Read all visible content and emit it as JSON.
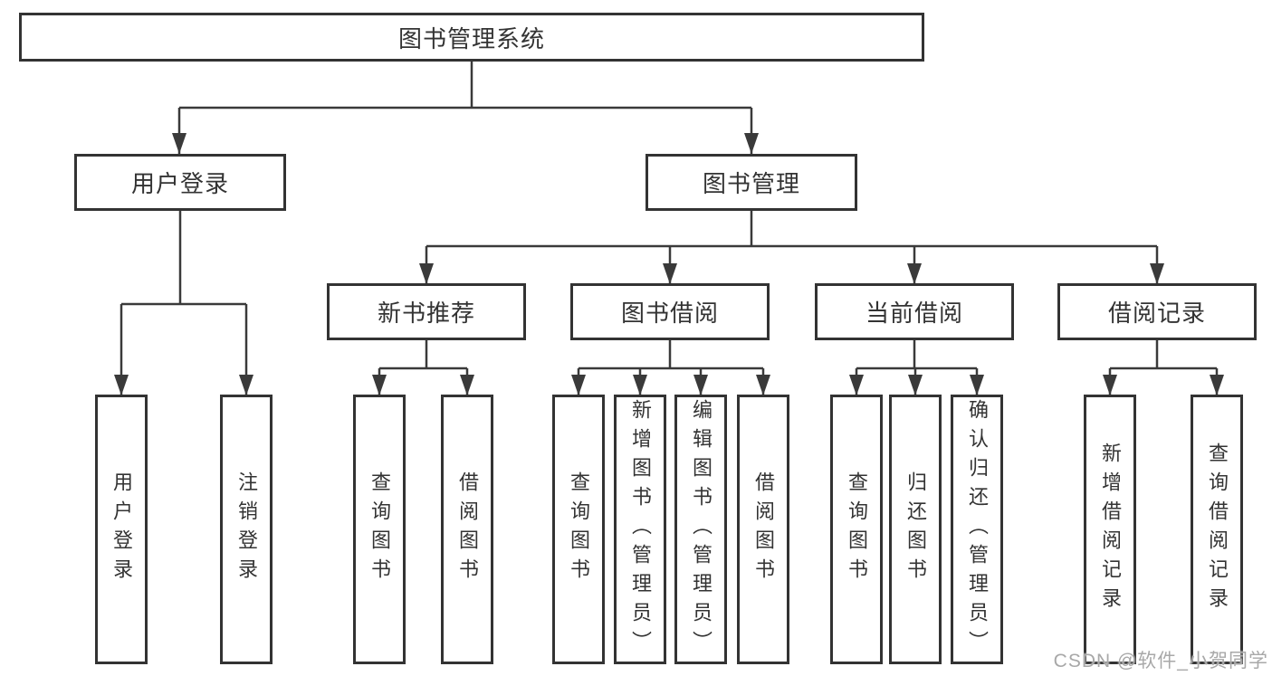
{
  "diagram": {
    "root": {
      "label": "图书管理系统"
    },
    "level2": [
      {
        "label": "用户登录"
      },
      {
        "label": "图书管理"
      }
    ],
    "level3": [
      {
        "label": "新书推荐"
      },
      {
        "label": "图书借阅"
      },
      {
        "label": "当前借阅"
      },
      {
        "label": "借阅记录"
      }
    ],
    "leaves": [
      {
        "label": "用户登录"
      },
      {
        "label": "注销登录"
      },
      {
        "label": "查询图书"
      },
      {
        "label": "借阅图书"
      },
      {
        "label": "查询图书"
      },
      {
        "label": "新增图书（管理员）"
      },
      {
        "label": "编辑图书（管理员）"
      },
      {
        "label": "借阅图书"
      },
      {
        "label": "查询图书"
      },
      {
        "label": "归还图书"
      },
      {
        "label": "确认归还（管理员）"
      },
      {
        "label": "新增借阅记录"
      },
      {
        "label": "查询借阅记录"
      }
    ]
  },
  "watermark": {
    "text": "CSDN @软件_小贺同学"
  },
  "colors": {
    "line": "#3a3a3a",
    "border": "#333333",
    "text": "#333333",
    "watermark": "#a8a8a8",
    "background": "#ffffff"
  }
}
